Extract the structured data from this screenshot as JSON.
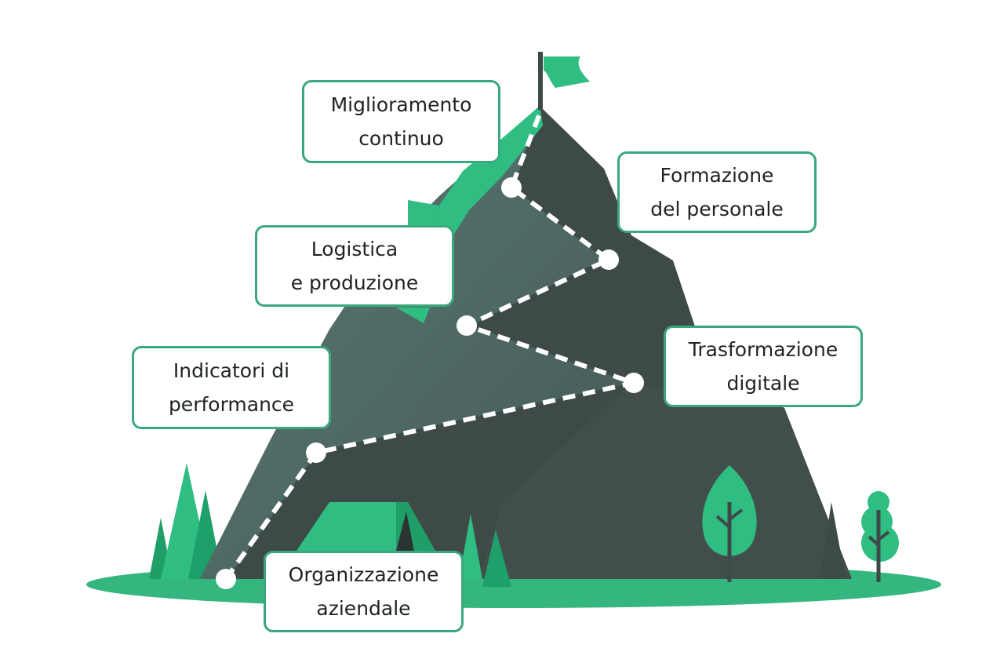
{
  "colors": {
    "mountain_dark": "#3d4a47",
    "mountain_mid": "#4f6864",
    "green_accent": "#2fbd82",
    "green_dark": "#1fa06b",
    "ground": "#35b67f",
    "label_border": "#3aa87c",
    "trail": "#ffffff"
  },
  "milestones": [
    {
      "id": "organizzazione",
      "lines": [
        "Organizzazione",
        "aziendale"
      ]
    },
    {
      "id": "indicatori",
      "lines": [
        "Indicatori di",
        "performance"
      ]
    },
    {
      "id": "trasformazione",
      "lines": [
        "Trasformazione",
        "digitale"
      ]
    },
    {
      "id": "logistica",
      "lines": [
        "Logistica",
        "e produzione"
      ]
    },
    {
      "id": "formazione",
      "lines": [
        "Formazione",
        "del personale"
      ]
    },
    {
      "id": "miglioramento",
      "lines": [
        "Miglioramento",
        "continuo"
      ]
    }
  ],
  "icons": {
    "summit": "flag-icon",
    "camp": "tent-icon",
    "trees": "tree-icon"
  }
}
